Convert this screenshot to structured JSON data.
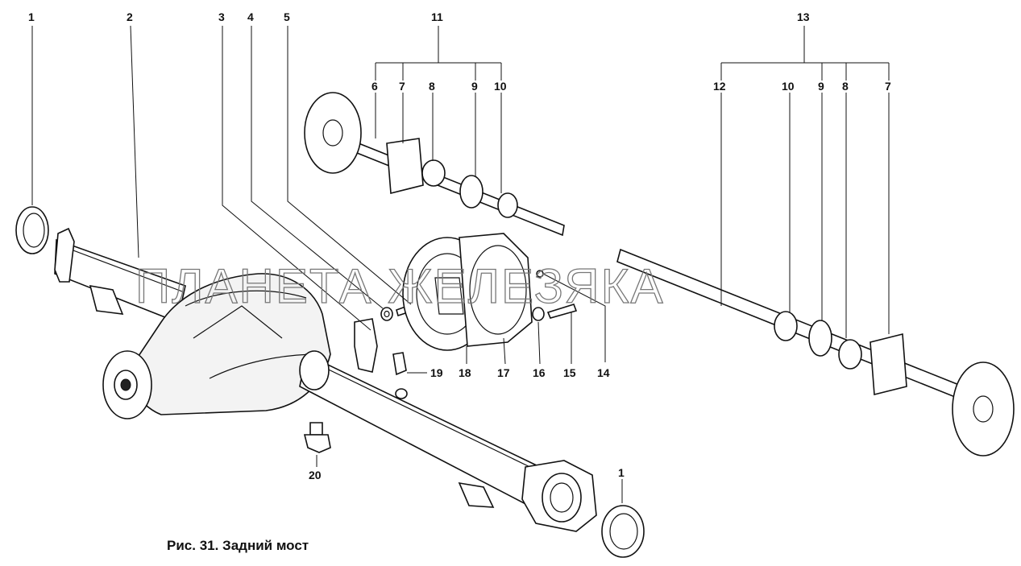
{
  "caption": "Рис. 31. Задний мост",
  "watermark": "ПЛАНЕТА ЖЕЛЕЗЯКА",
  "labels": {
    "l1a": "1",
    "l2": "2",
    "l3": "3",
    "l4": "4",
    "l5": "5",
    "l11": "11",
    "l6": "6",
    "l7a": "7",
    "l8a": "8",
    "l9a": "9",
    "l10a": "10",
    "l13": "13",
    "l12": "12",
    "l10b": "10",
    "l9b": "9",
    "l8b": "8",
    "l7b": "7",
    "l14": "14",
    "l15": "15",
    "l16": "16",
    "l17": "17",
    "l18": "18",
    "l19": "19",
    "l20": "20",
    "l1b": "1"
  }
}
